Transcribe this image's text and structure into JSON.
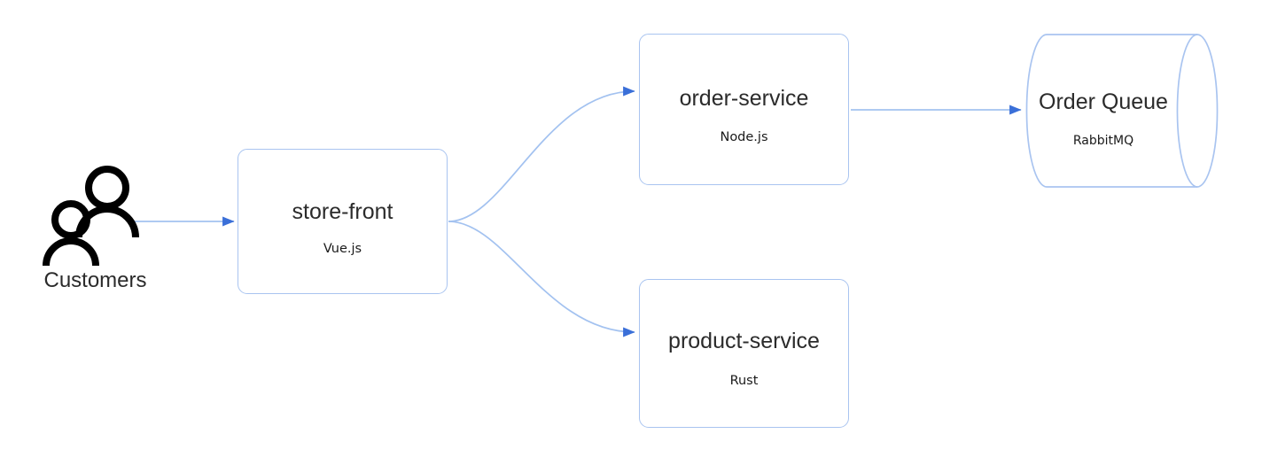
{
  "diagram": {
    "type": "architecture-flow",
    "background": "#ffffff",
    "colors": {
      "node_border": "#a9c4f0",
      "node_fill": "#ffffff",
      "connector_line": "#a3c2f0",
      "arrow_head": "#3a6fd8",
      "text": "#2b2b2b",
      "actor": "#000000"
    },
    "actor": {
      "name": "customers-actor",
      "label": "Customers",
      "icon": "two-people-icon"
    },
    "nodes": [
      {
        "id": "store-front",
        "shape": "rounded-rectangle",
        "title": "store-front",
        "subtitle": "Vue.js"
      },
      {
        "id": "order-service",
        "shape": "rounded-rectangle",
        "title": "order-service",
        "subtitle": "Node.js"
      },
      {
        "id": "product-service",
        "shape": "rounded-rectangle",
        "title": "product-service",
        "subtitle": "Rust"
      },
      {
        "id": "order-queue",
        "shape": "cylinder",
        "title": "Order Queue",
        "subtitle": "RabbitMQ"
      }
    ],
    "connectors": [
      {
        "id": "customers-to-store-front",
        "from": "customers",
        "to": "store-front",
        "style": "straight",
        "arrow": "end"
      },
      {
        "id": "store-front-to-order-service",
        "from": "store-front",
        "to": "order-service",
        "style": "curved",
        "arrow": "end"
      },
      {
        "id": "store-front-to-product-service",
        "from": "store-front",
        "to": "product-service",
        "style": "curved",
        "arrow": "end"
      },
      {
        "id": "order-service-to-order-queue",
        "from": "order-service",
        "to": "order-queue",
        "style": "straight",
        "arrow": "end"
      }
    ]
  }
}
